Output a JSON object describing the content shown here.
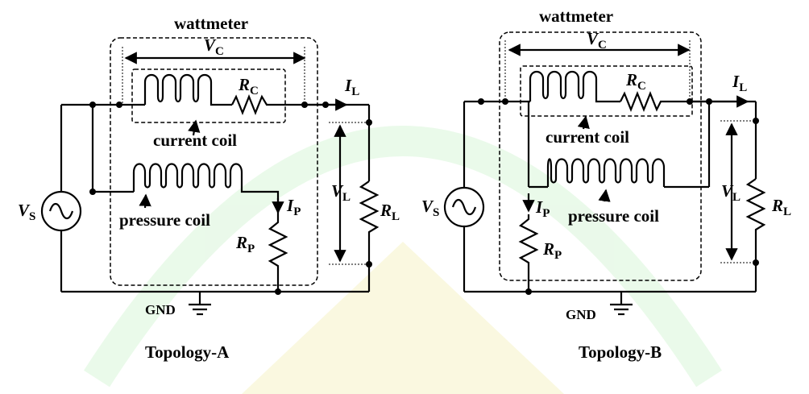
{
  "watermark": {
    "color": "#d9f5d9",
    "accent": "#f7f3c8"
  },
  "topology_a": {
    "wattmeter": "wattmeter",
    "vc": "V",
    "vc_sub": "C",
    "rc": "R",
    "rc_sub": "C",
    "il": "I",
    "il_sub": "L",
    "current_coil": "current coil",
    "vs": "V",
    "vs_sub": "S",
    "pressure_coil": "pressure coil",
    "ip": "I",
    "ip_sub": "P",
    "rp": "R",
    "rp_sub": "P",
    "vl": "V",
    "vl_sub": "L",
    "rl": "R",
    "rl_sub": "L",
    "gnd": "GND",
    "caption": "Topology-A"
  },
  "topology_b": {
    "wattmeter": "wattmeter",
    "vc": "V",
    "vc_sub": "C",
    "rc": "R",
    "rc_sub": "C",
    "il": "I",
    "il_sub": "L",
    "current_coil": "current coil",
    "vs": "V",
    "vs_sub": "S",
    "pressure_coil": "pressure coil",
    "ip": "I",
    "ip_sub": "P",
    "rp": "R",
    "rp_sub": "P",
    "vl": "V",
    "vl_sub": "L",
    "rl": "R",
    "rl_sub": "L",
    "gnd": "GND",
    "caption": "Topology-B"
  }
}
